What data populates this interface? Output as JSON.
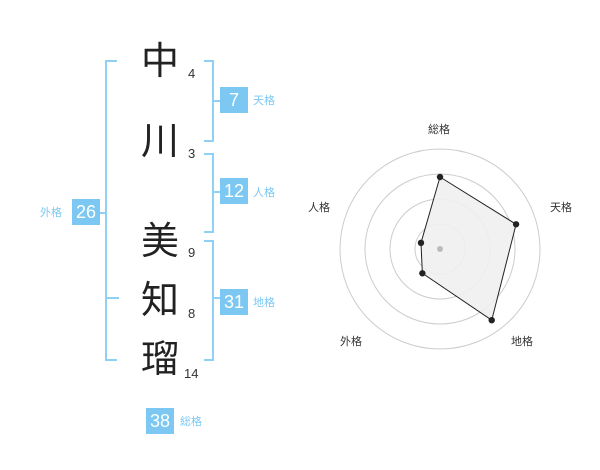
{
  "name": {
    "chars": [
      {
        "char": "中",
        "strokes": "4"
      },
      {
        "char": "川",
        "strokes": "3"
      },
      {
        "char": "美",
        "strokes": "9"
      },
      {
        "char": "知",
        "strokes": "8"
      },
      {
        "char": "瑠",
        "strokes": "14"
      }
    ]
  },
  "fortunes": {
    "tenkaku": {
      "value": "7",
      "label": "天格"
    },
    "jinkaku": {
      "value": "12",
      "label": "人格"
    },
    "chikaku": {
      "value": "31",
      "label": "地格"
    },
    "gaikaku": {
      "value": "26",
      "label": "外格"
    },
    "soukaku": {
      "value": "38",
      "label": "総格"
    }
  },
  "chart_data": {
    "type": "radar",
    "axes": [
      "総格",
      "天格",
      "地格",
      "外格",
      "人格"
    ],
    "values": [
      0.72,
      0.8,
      0.88,
      0.3,
      0.2
    ],
    "rings": 4,
    "max": 1,
    "colors": {
      "fill": "#efefef",
      "line": "#222222",
      "grid": "#cccccc",
      "accent": "#7cc8f2"
    }
  }
}
